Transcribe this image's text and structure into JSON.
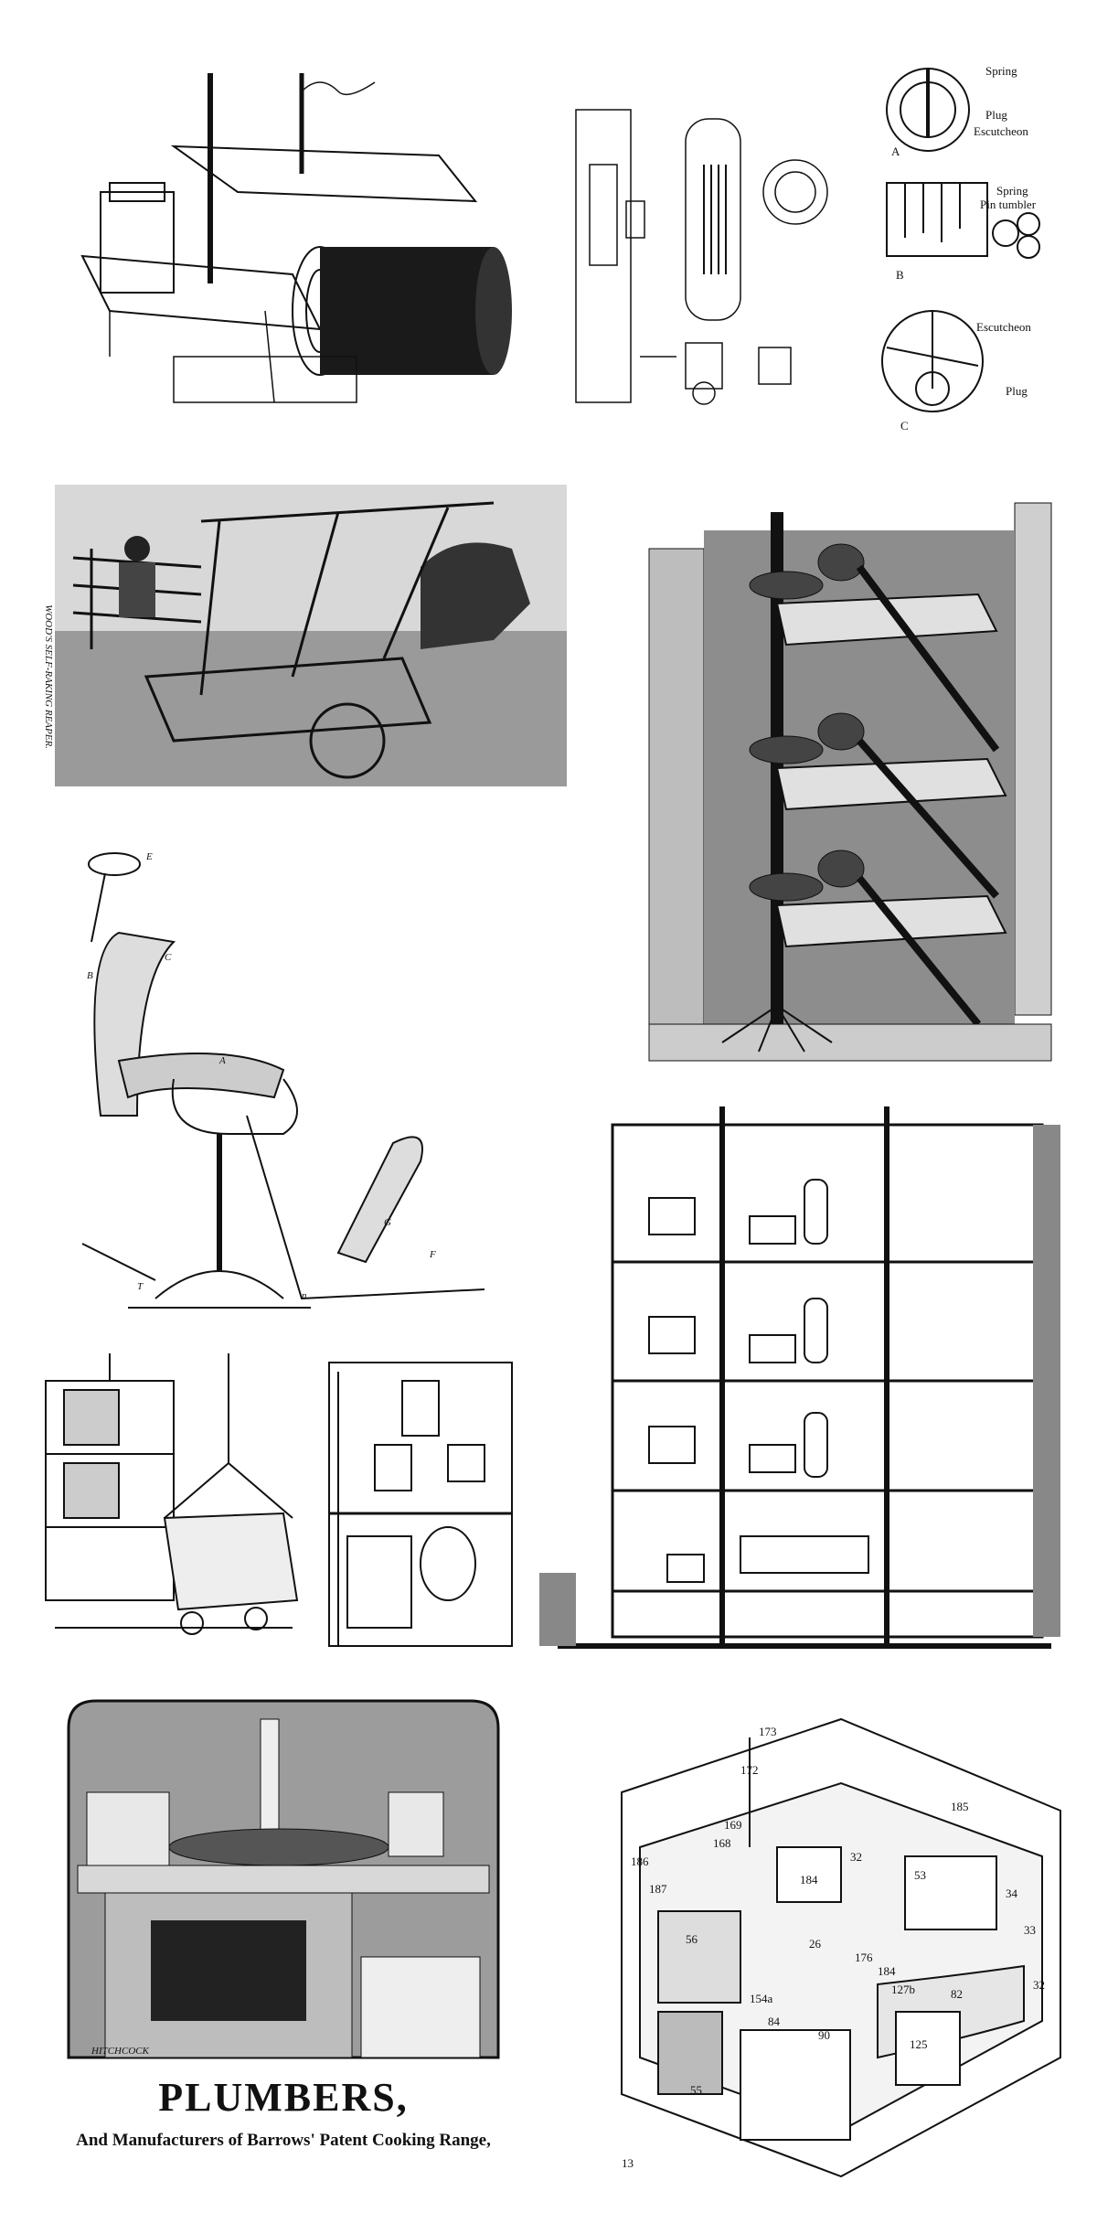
{
  "lock_labels": {
    "a": {
      "spring": "Spring",
      "plug": "Plug",
      "escutcheon": "Escutcheon",
      "letter": "A"
    },
    "b": {
      "spring": "Spring",
      "pin_tumbler": "Pin tumbler",
      "letter": "B"
    },
    "c": {
      "escutcheon": "Escutcheon",
      "plug": "Plug",
      "letter": "C"
    }
  },
  "reaper_side_text": "WOOD'S SELF-RAKING REAPER.",
  "kitchen_signature": "HITCHCOCK",
  "kitchen_caption": {
    "title": "PLUMBERS,",
    "subtitle": "And Manufacturers of Barrows' Patent Cooking Range,"
  },
  "cabin_numbers": [
    "173",
    "172",
    "185",
    "169",
    "168",
    "184",
    "32",
    "53",
    "34",
    "33",
    "186",
    "187",
    "56",
    "26",
    "176",
    "184",
    "127b",
    "82",
    "32",
    "154a",
    "84",
    "90",
    "125",
    "55",
    "13"
  ],
  "chair_letters": [
    "E",
    "B",
    "C",
    "A",
    "G",
    "F",
    "T",
    "n"
  ]
}
